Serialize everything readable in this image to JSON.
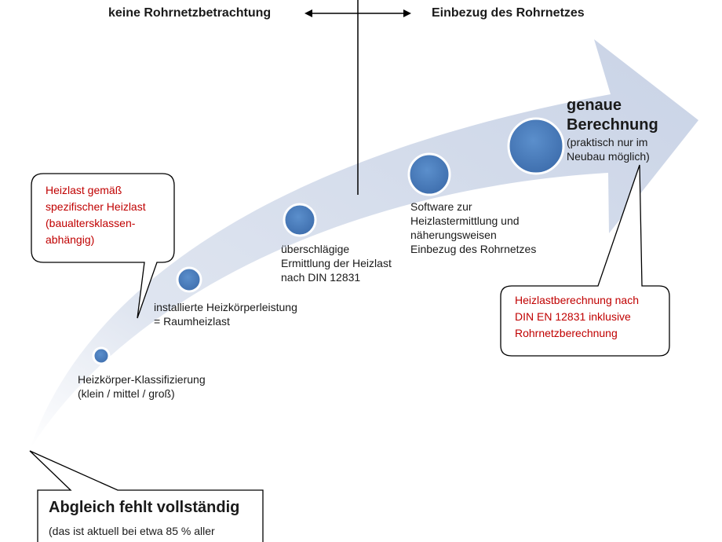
{
  "header": {
    "left": "keine Rohrnetzbetrachtung",
    "right": "Einbezug des Rohrnetzes"
  },
  "stages": [
    {
      "lines": [
        "Heizkörper-Klassifizierung",
        "(klein / mittel / groß)"
      ]
    },
    {
      "lines": [
        "installierte Heizkörperleistung",
        "= Raumheizlast"
      ]
    },
    {
      "lines": [
        "überschlägige",
        "Ermittlung der Heizlast",
        "nach DIN 12831"
      ]
    },
    {
      "lines": [
        "Software zur",
        "Heizlastermittlung und",
        "näherungsweisen",
        "Einbezug des Rohrnetzes"
      ]
    }
  ],
  "final_stage": {
    "title_lines": [
      "genaue",
      "Berechnung"
    ],
    "sub_lines": [
      "(praktisch nur im",
      "Neubau möglich)"
    ]
  },
  "callouts": {
    "left": [
      "Heizlast gemäß",
      "spezifischer Heizlast",
      "(baualtersklassen-",
      "abhängig)"
    ],
    "right": [
      "Heizlastberechnung nach",
      "DIN EN 12831 inklusive",
      "Rohrnetzberechnung"
    ],
    "bottom": {
      "title": "Abgleich fehlt vollständig",
      "sub": "(das ist aktuell bei etwa 85 % aller"
    }
  },
  "colors": {
    "arrow": "#d3dbea",
    "dot": "#4f81bd",
    "callout_text": "#c00000"
  }
}
